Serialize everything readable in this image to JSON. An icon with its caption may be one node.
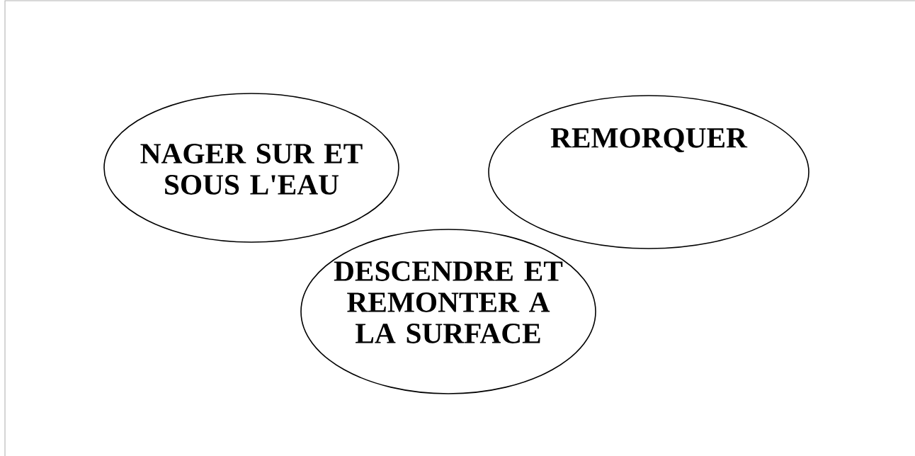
{
  "diagram": {
    "nodes": [
      {
        "text": [
          "NAGER SUR ET SOUS L'EAU"
        ]
      },
      {
        "text": [
          "REMORQUER"
        ]
      },
      {
        "text": [
          "DESCENDRE ET REMONTER A LA SURFACE"
        ]
      }
    ]
  }
}
